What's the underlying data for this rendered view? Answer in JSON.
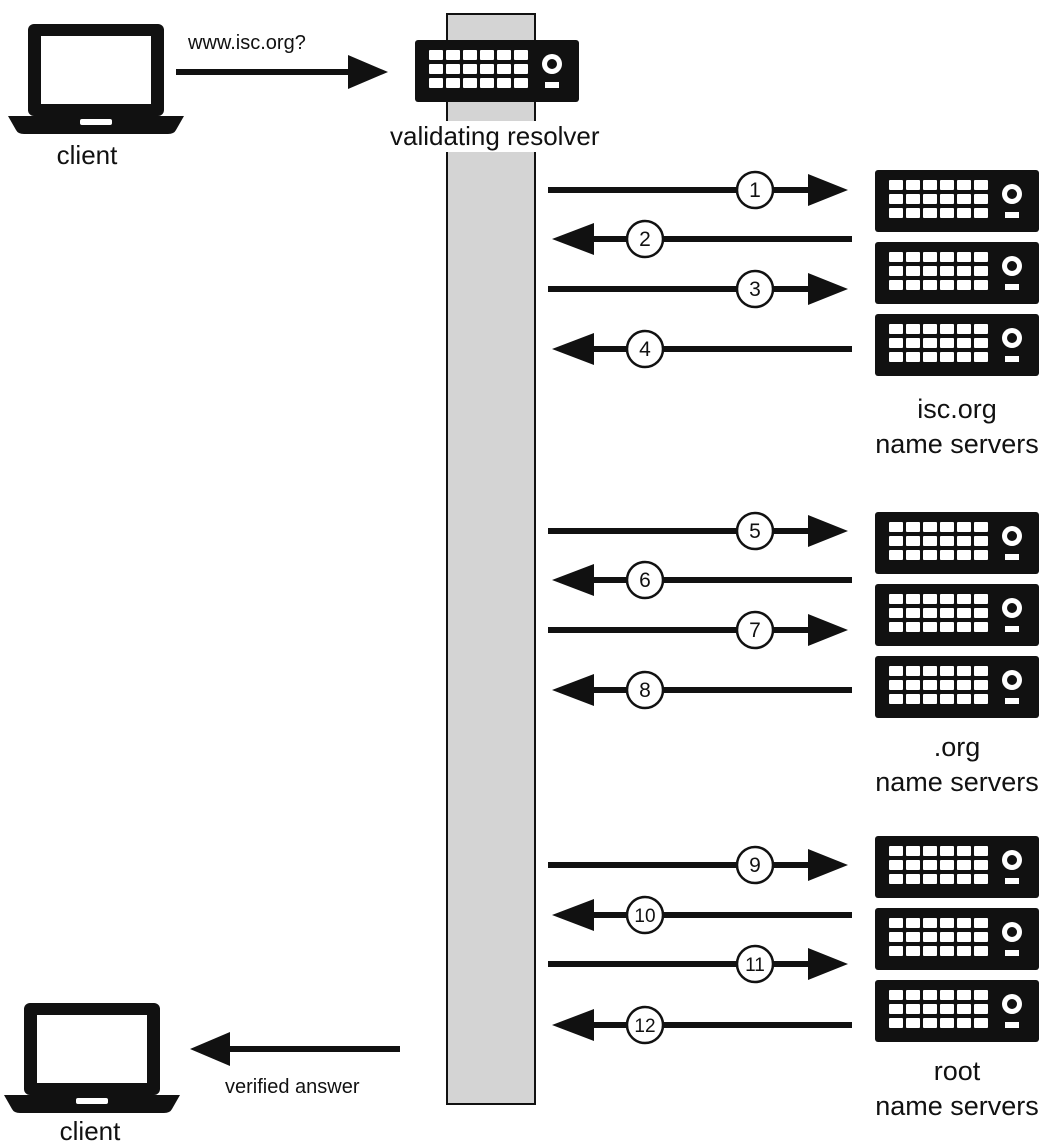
{
  "query_label": "www.isc.org?",
  "resolver_label": "validating resolver",
  "client_top_label": "client",
  "client_bottom_label": "client",
  "answer_label": "verified answer",
  "groups": [
    {
      "line1": "isc.org",
      "line2": "name servers"
    },
    {
      "line1": ".org",
      "line2": "name servers"
    },
    {
      "line1": "root",
      "line2": "name servers"
    }
  ],
  "steps": [
    {
      "num": "1",
      "direction": "to-server"
    },
    {
      "num": "2",
      "direction": "to-resolver"
    },
    {
      "num": "3",
      "direction": "to-server"
    },
    {
      "num": "4",
      "direction": "to-resolver"
    },
    {
      "num": "5",
      "direction": "to-server"
    },
    {
      "num": "6",
      "direction": "to-resolver"
    },
    {
      "num": "7",
      "direction": "to-server"
    },
    {
      "num": "8",
      "direction": "to-resolver"
    },
    {
      "num": "9",
      "direction": "to-server"
    },
    {
      "num": "10",
      "direction": "to-resolver"
    },
    {
      "num": "11",
      "direction": "to-server"
    },
    {
      "num": "12",
      "direction": "to-resolver"
    }
  ],
  "icons": {
    "client": "laptop-icon",
    "server": "server-icon",
    "resolver": "server-icon"
  },
  "colors": {
    "timeline_fill": "#d4d4d4",
    "ink": "#111111"
  }
}
